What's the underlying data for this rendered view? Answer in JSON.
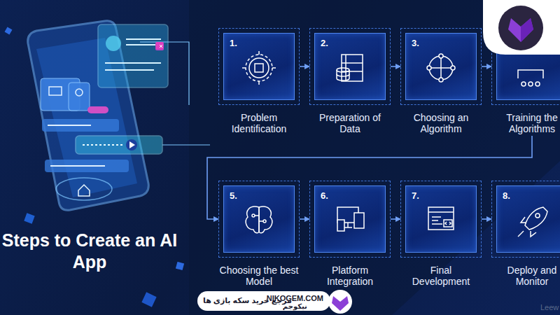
{
  "diagram": {
    "title": "Steps to Create an AI App",
    "nodes": [
      {
        "text": [
          "1.",
          "Problem Identification"
        ]
      },
      {
        "text": [
          "2.",
          "Preparation of Data"
        ]
      },
      {
        "text": [
          "3.",
          "Choosing an Algorithm"
        ]
      },
      {
        "text": [
          "Training the Algorithms"
        ]
      },
      {
        "text": [
          "5.",
          "Choosing the best Model"
        ]
      },
      {
        "text": [
          "6.",
          "Platform Integration"
        ]
      },
      {
        "text": [
          "7.",
          "Final Development"
        ]
      },
      {
        "text": [
          "8.",
          "Deploy and Monitor"
        ]
      }
    ],
    "edges": [
      {
        "from": 0,
        "to": 1,
        "arrow": "to"
      },
      {
        "from": 1,
        "to": 2,
        "arrow": "to"
      },
      {
        "from": 2,
        "to": 3,
        "arrow": "to"
      },
      {
        "from": 3,
        "to": 4,
        "arrow": "to"
      },
      {
        "from": 4,
        "to": 5,
        "arrow": "to"
      },
      {
        "from": 5,
        "to": 6,
        "arrow": "to"
      },
      {
        "from": 6,
        "to": 7,
        "arrow": "to"
      }
    ],
    "labels": [
      "NIKOGEM.COM",
      "مرجع خرید سکه بازی ها",
      "نیکوجم",
      "Leew"
    ]
  }
}
